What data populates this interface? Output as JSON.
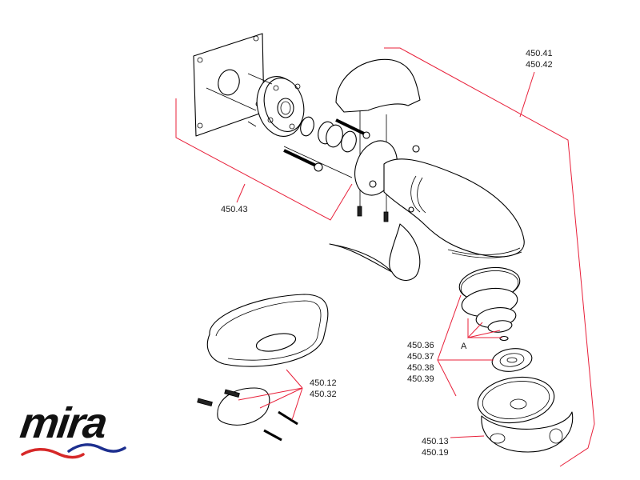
{
  "diagram": {
    "callouts": [
      {
        "id": "wall-bracket",
        "codes": [
          "450.43"
        ]
      },
      {
        "id": "shower-head-body",
        "codes": [
          "450.41",
          "450.42"
        ]
      },
      {
        "id": "spray-plate-seals",
        "codes": [
          "450.36",
          "450.37",
          "450.38",
          "450.39"
        ]
      },
      {
        "id": "seal-set-a",
        "codes": [
          "A"
        ]
      },
      {
        "id": "soap-dish",
        "codes": [
          "450.12",
          "450.32"
        ]
      },
      {
        "id": "spray-head-ring",
        "codes": [
          "450.13",
          "450.19"
        ]
      }
    ]
  },
  "brand": {
    "logo_text": "mira",
    "wave_colors": [
      "#d62828",
      "#1d2f8f"
    ]
  },
  "colors": {
    "leader_line": "#e8203a",
    "line_art": "#000000"
  }
}
